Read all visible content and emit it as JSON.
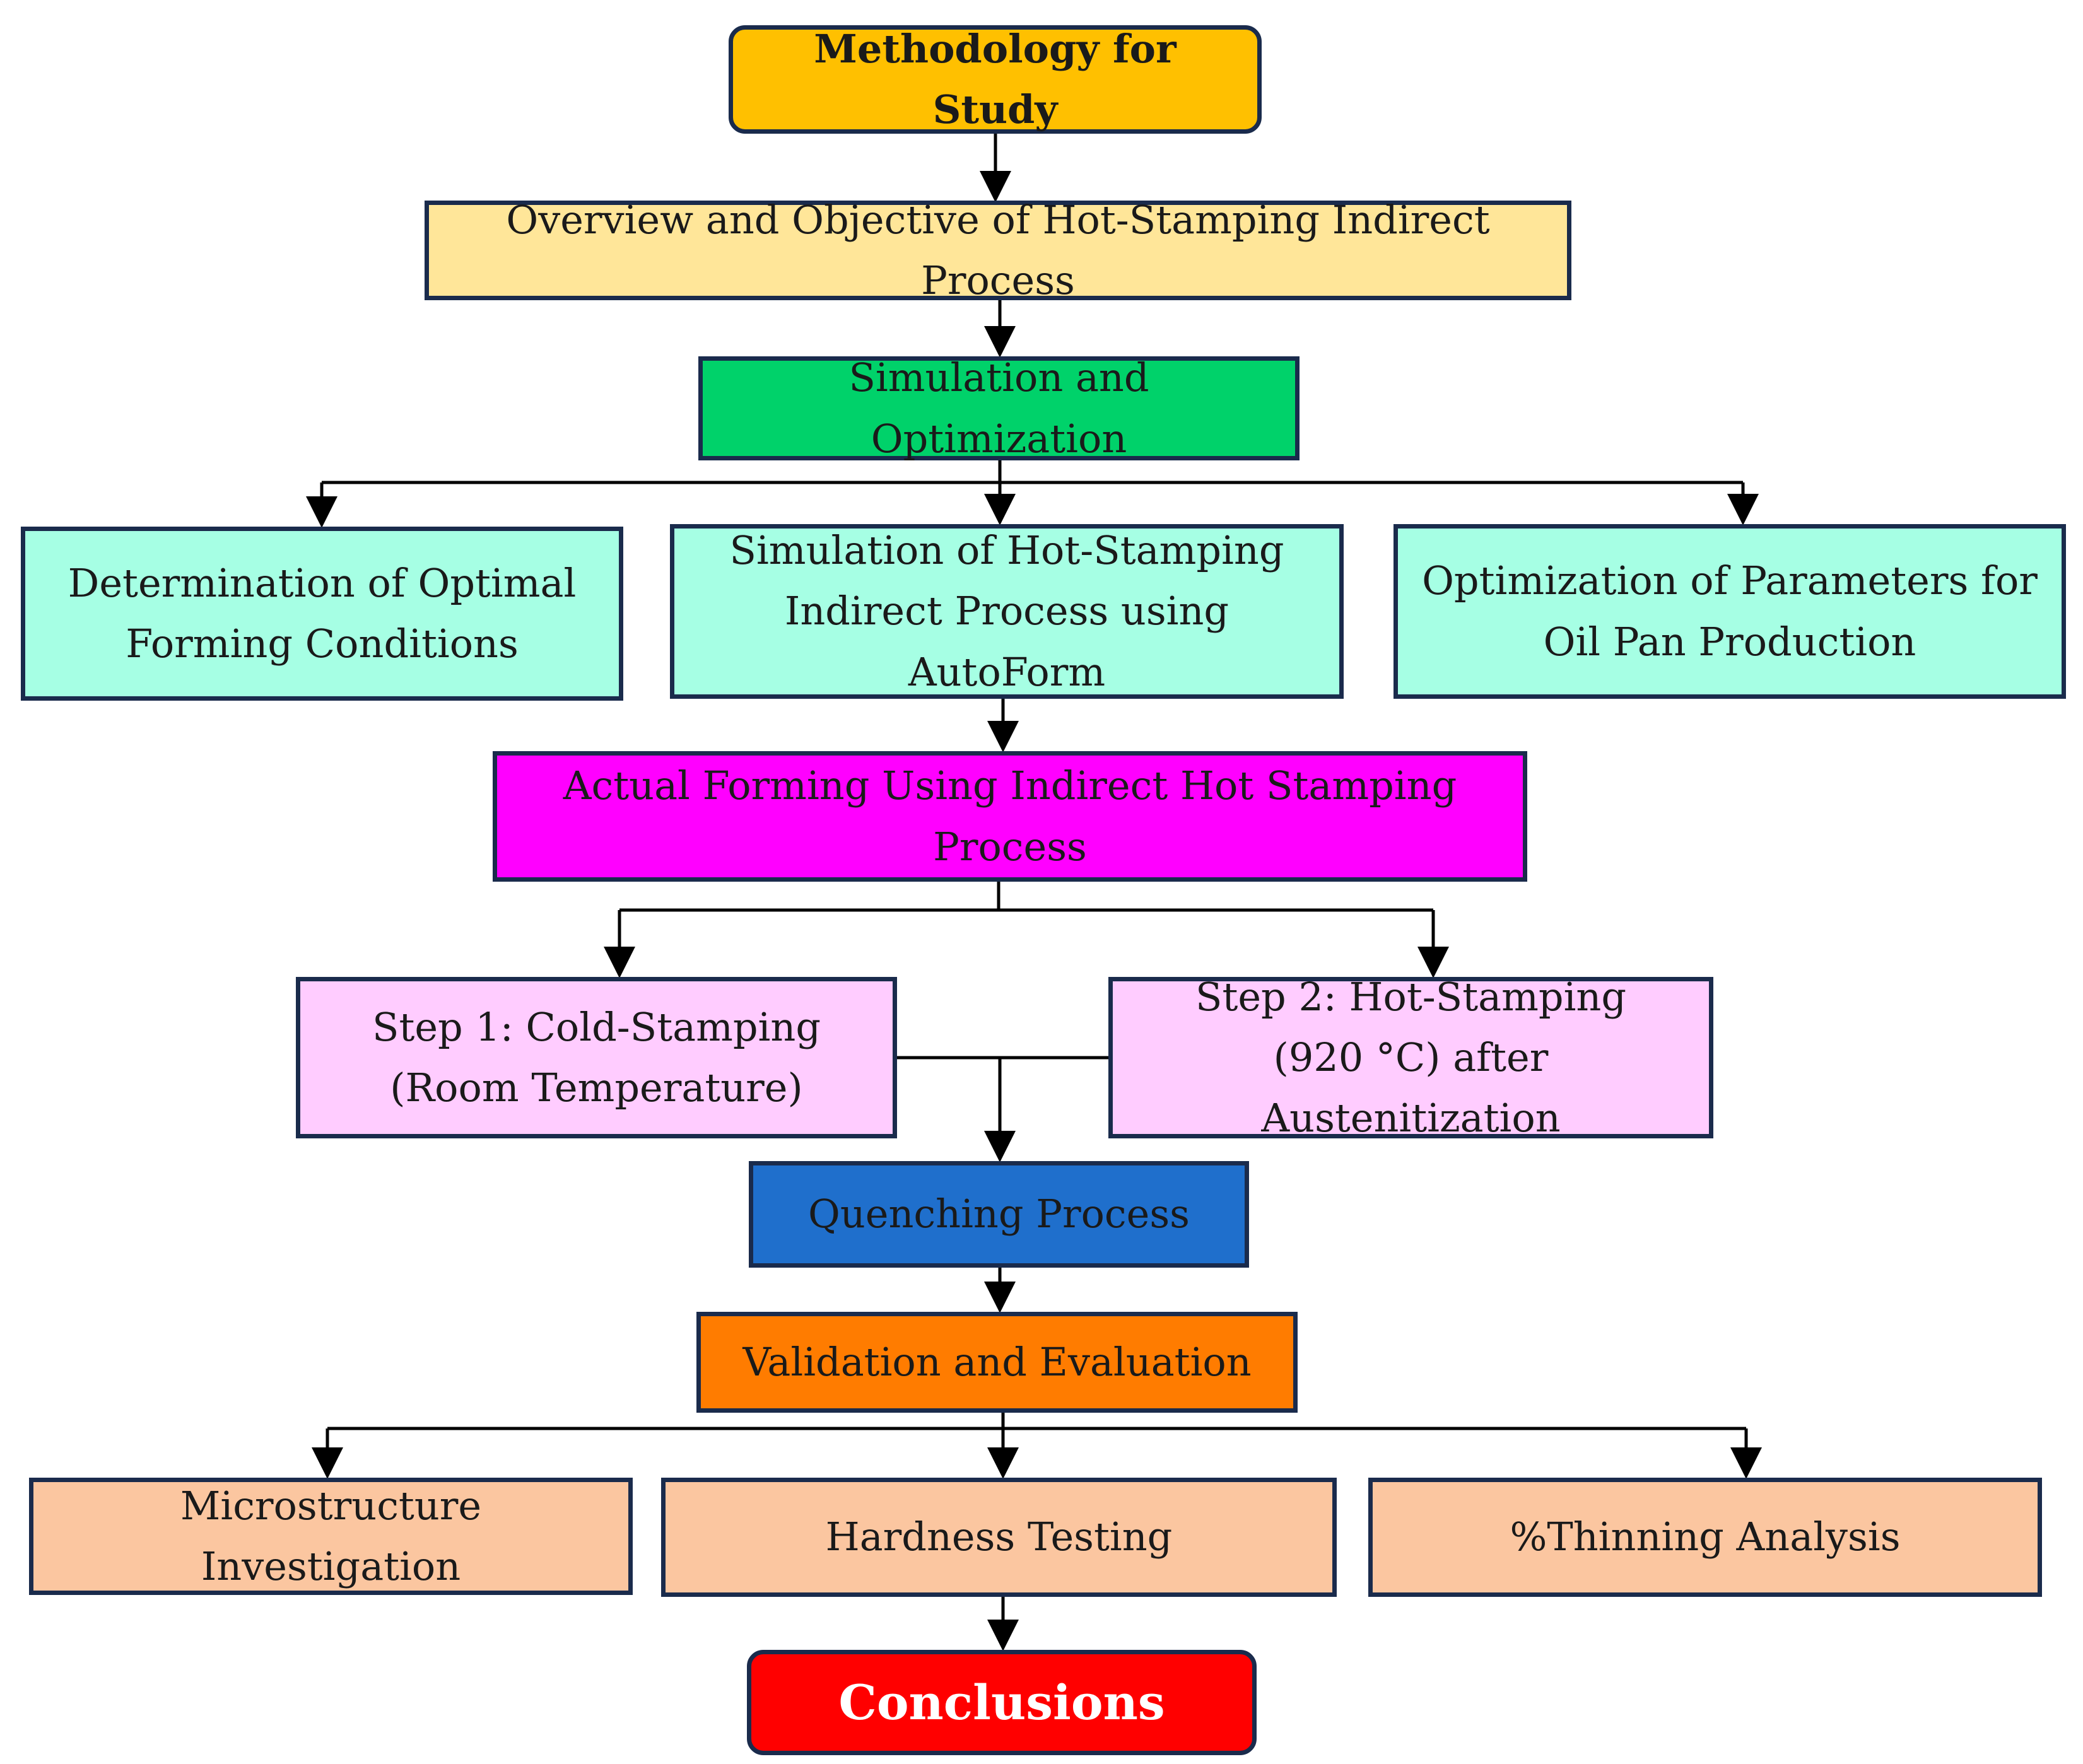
{
  "colors": {
    "border": "#1a2b4c",
    "line": "#000000",
    "methodology": "#FFC000",
    "overview": "#FFE699",
    "simulation": "#00D26A",
    "subitems": "#A6FFE4",
    "actual": "#FF00FF",
    "steps": "#FFCCFF",
    "quenching": "#1F6FCC",
    "validation": "#FF7C00",
    "evaluation_items": "#FBC6A0",
    "conclusions": "#FF0000"
  },
  "nodes": {
    "methodology": {
      "text": "Methodology for Study"
    },
    "overview": {
      "text": "Overview and Objective of Hot-Stamping Indirect Process"
    },
    "simulation": {
      "text": "Simulation and Optimization"
    },
    "determination": {
      "line1": "Determination of Optimal",
      "line2": "Forming Conditions"
    },
    "autoform": {
      "line1": "Simulation of Hot-Stamping",
      "line2": "Indirect Process using AutoForm"
    },
    "optimization": {
      "line1": "Optimization of Parameters for",
      "line2": "Oil Pan Production"
    },
    "actual": {
      "text": "Actual Forming Using Indirect Hot Stamping Process"
    },
    "step1": {
      "line1": "Step 1: Cold-Stamping",
      "line2": "(Room Temperature)"
    },
    "step2": {
      "line1": "Step 2: Hot-Stamping",
      "line2": "(920 °C) after Austenitization"
    },
    "quenching": {
      "text": "Quenching Process"
    },
    "validation": {
      "text": "Validation and Evaluation"
    },
    "microstructure": {
      "text": "Microstructure Investigation"
    },
    "hardness": {
      "text": "Hardness Testing"
    },
    "thinning": {
      "text": "%Thinning Analysis"
    },
    "conclusions": {
      "text": "Conclusions"
    }
  }
}
